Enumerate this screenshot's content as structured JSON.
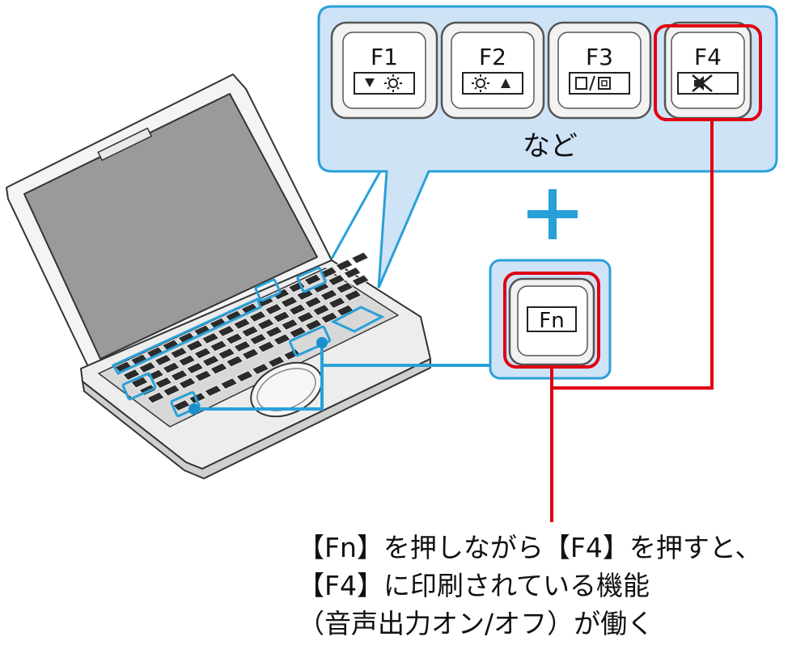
{
  "callout": {
    "keys": [
      {
        "name": "F1",
        "icon": "brightness-down-icon",
        "symbol": "▼☼"
      },
      {
        "name": "F2",
        "icon": "brightness-up-icon",
        "symbol": "☼▲"
      },
      {
        "name": "F3",
        "icon": "display-switch-icon",
        "symbol": "□/▣"
      },
      {
        "name": "F4",
        "icon": "mute-icon",
        "symbol": "✕",
        "highlighted": true
      }
    ],
    "etc_label": "など"
  },
  "plus_sign": "+",
  "fn_key": {
    "label": "Fn",
    "highlighted": true
  },
  "caption": {
    "line1": "【Fn】を押しながら【F4】を押すと、",
    "line2": "【F4】に印刷されている機能",
    "line3": "（音声出力オン/オフ）が働く"
  },
  "colors": {
    "callout_fill": "#cfe3f7",
    "callout_stroke": "#2aa0d8",
    "highlight_red": "#e00012",
    "key_stroke": "#555555"
  }
}
